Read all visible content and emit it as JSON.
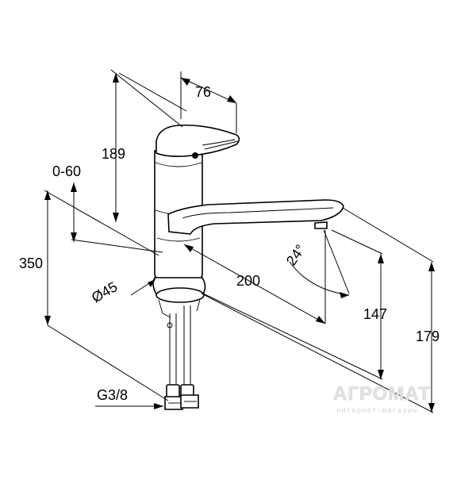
{
  "dimensions": {
    "d76": "76",
    "d189": "189",
    "d060": "0-60",
    "d350": "350",
    "d45": "Ø45",
    "d200": "200",
    "d24": "24°",
    "d147": "147",
    "d179": "179",
    "g38": "G3/8"
  },
  "watermark": {
    "brand": "АГРОМАТ",
    "subtitle": "интернет-магазин"
  }
}
